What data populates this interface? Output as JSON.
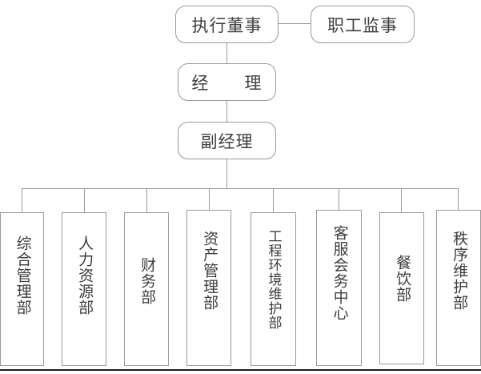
{
  "chart_data": {
    "type": "diagram",
    "title": "组织架构图",
    "orientation": "top-down",
    "nodes": [
      {
        "id": "exec-director",
        "label": "执行董事",
        "level": 0,
        "shape": "rounded-rect",
        "text_direction": "horizontal"
      },
      {
        "id": "staff-supervisor",
        "label": "职工监事",
        "level": 0,
        "shape": "rounded-rect",
        "text_direction": "horizontal"
      },
      {
        "id": "manager",
        "label": "经　　理",
        "level": 1,
        "shape": "rounded-rect",
        "text_direction": "horizontal"
      },
      {
        "id": "deputy-manager",
        "label": "副经理",
        "level": 2,
        "shape": "rounded-rect",
        "text_direction": "horizontal"
      },
      {
        "id": "dept-general-admin",
        "label": "综合管理部",
        "level": 3,
        "shape": "rect",
        "text_direction": "vertical"
      },
      {
        "id": "dept-human-resources",
        "label": "人力资源部",
        "level": 3,
        "shape": "rect",
        "text_direction": "vertical"
      },
      {
        "id": "dept-finance",
        "label": "财务部",
        "level": 3,
        "shape": "rect",
        "text_direction": "vertical"
      },
      {
        "id": "dept-asset-management",
        "label": "资产管理部",
        "level": 3,
        "shape": "rect",
        "text_direction": "vertical"
      },
      {
        "id": "dept-engineering-environment",
        "label": "工程环境维护部",
        "level": 3,
        "shape": "rect",
        "text_direction": "vertical"
      },
      {
        "id": "dept-customer-service",
        "label": "客服会务中心",
        "level": 3,
        "shape": "rect",
        "text_direction": "vertical"
      },
      {
        "id": "dept-catering",
        "label": "餐饮部",
        "level": 3,
        "shape": "rect",
        "text_direction": "vertical"
      },
      {
        "id": "dept-order-maintenance",
        "label": "秩序维护部",
        "level": 3,
        "shape": "rect",
        "text_direction": "vertical"
      }
    ],
    "edges": [
      {
        "from": "exec-director",
        "to": "staff-supervisor",
        "style": "horizontal-link"
      },
      {
        "from": "exec-director",
        "to": "manager",
        "style": "vertical"
      },
      {
        "from": "manager",
        "to": "deputy-manager",
        "style": "vertical"
      },
      {
        "from": "deputy-manager",
        "to": "dept-general-admin",
        "style": "bus"
      },
      {
        "from": "deputy-manager",
        "to": "dept-human-resources",
        "style": "bus"
      },
      {
        "from": "deputy-manager",
        "to": "dept-finance",
        "style": "bus"
      },
      {
        "from": "deputy-manager",
        "to": "dept-asset-management",
        "style": "bus"
      },
      {
        "from": "deputy-manager",
        "to": "dept-engineering-environment",
        "style": "bus"
      },
      {
        "from": "deputy-manager",
        "to": "dept-customer-service",
        "style": "bus"
      },
      {
        "from": "deputy-manager",
        "to": "dept-catering",
        "style": "bus"
      },
      {
        "from": "deputy-manager",
        "to": "dept-order-maintenance",
        "style": "bus"
      }
    ],
    "colors": {
      "node_border": "#9b9b9b",
      "node_fill": "#ffffff",
      "connector": "#9b9b9b",
      "text": "#3d3d3d",
      "footer_rule": "#1c1c1c",
      "background": "#ffffff"
    }
  },
  "top": {
    "exec_director": "执行董事",
    "staff_supervisor": "职工监事",
    "manager": "经　　理",
    "deputy_manager": "副经理"
  },
  "departments": [
    {
      "label": "综合管理部"
    },
    {
      "label": "人力资源部"
    },
    {
      "label": "财务部"
    },
    {
      "label": "资产管理部"
    },
    {
      "label": "工程环境维护部"
    },
    {
      "label": "客服会务中心"
    },
    {
      "label": "餐饮部"
    },
    {
      "label": "秩序维护部"
    }
  ]
}
